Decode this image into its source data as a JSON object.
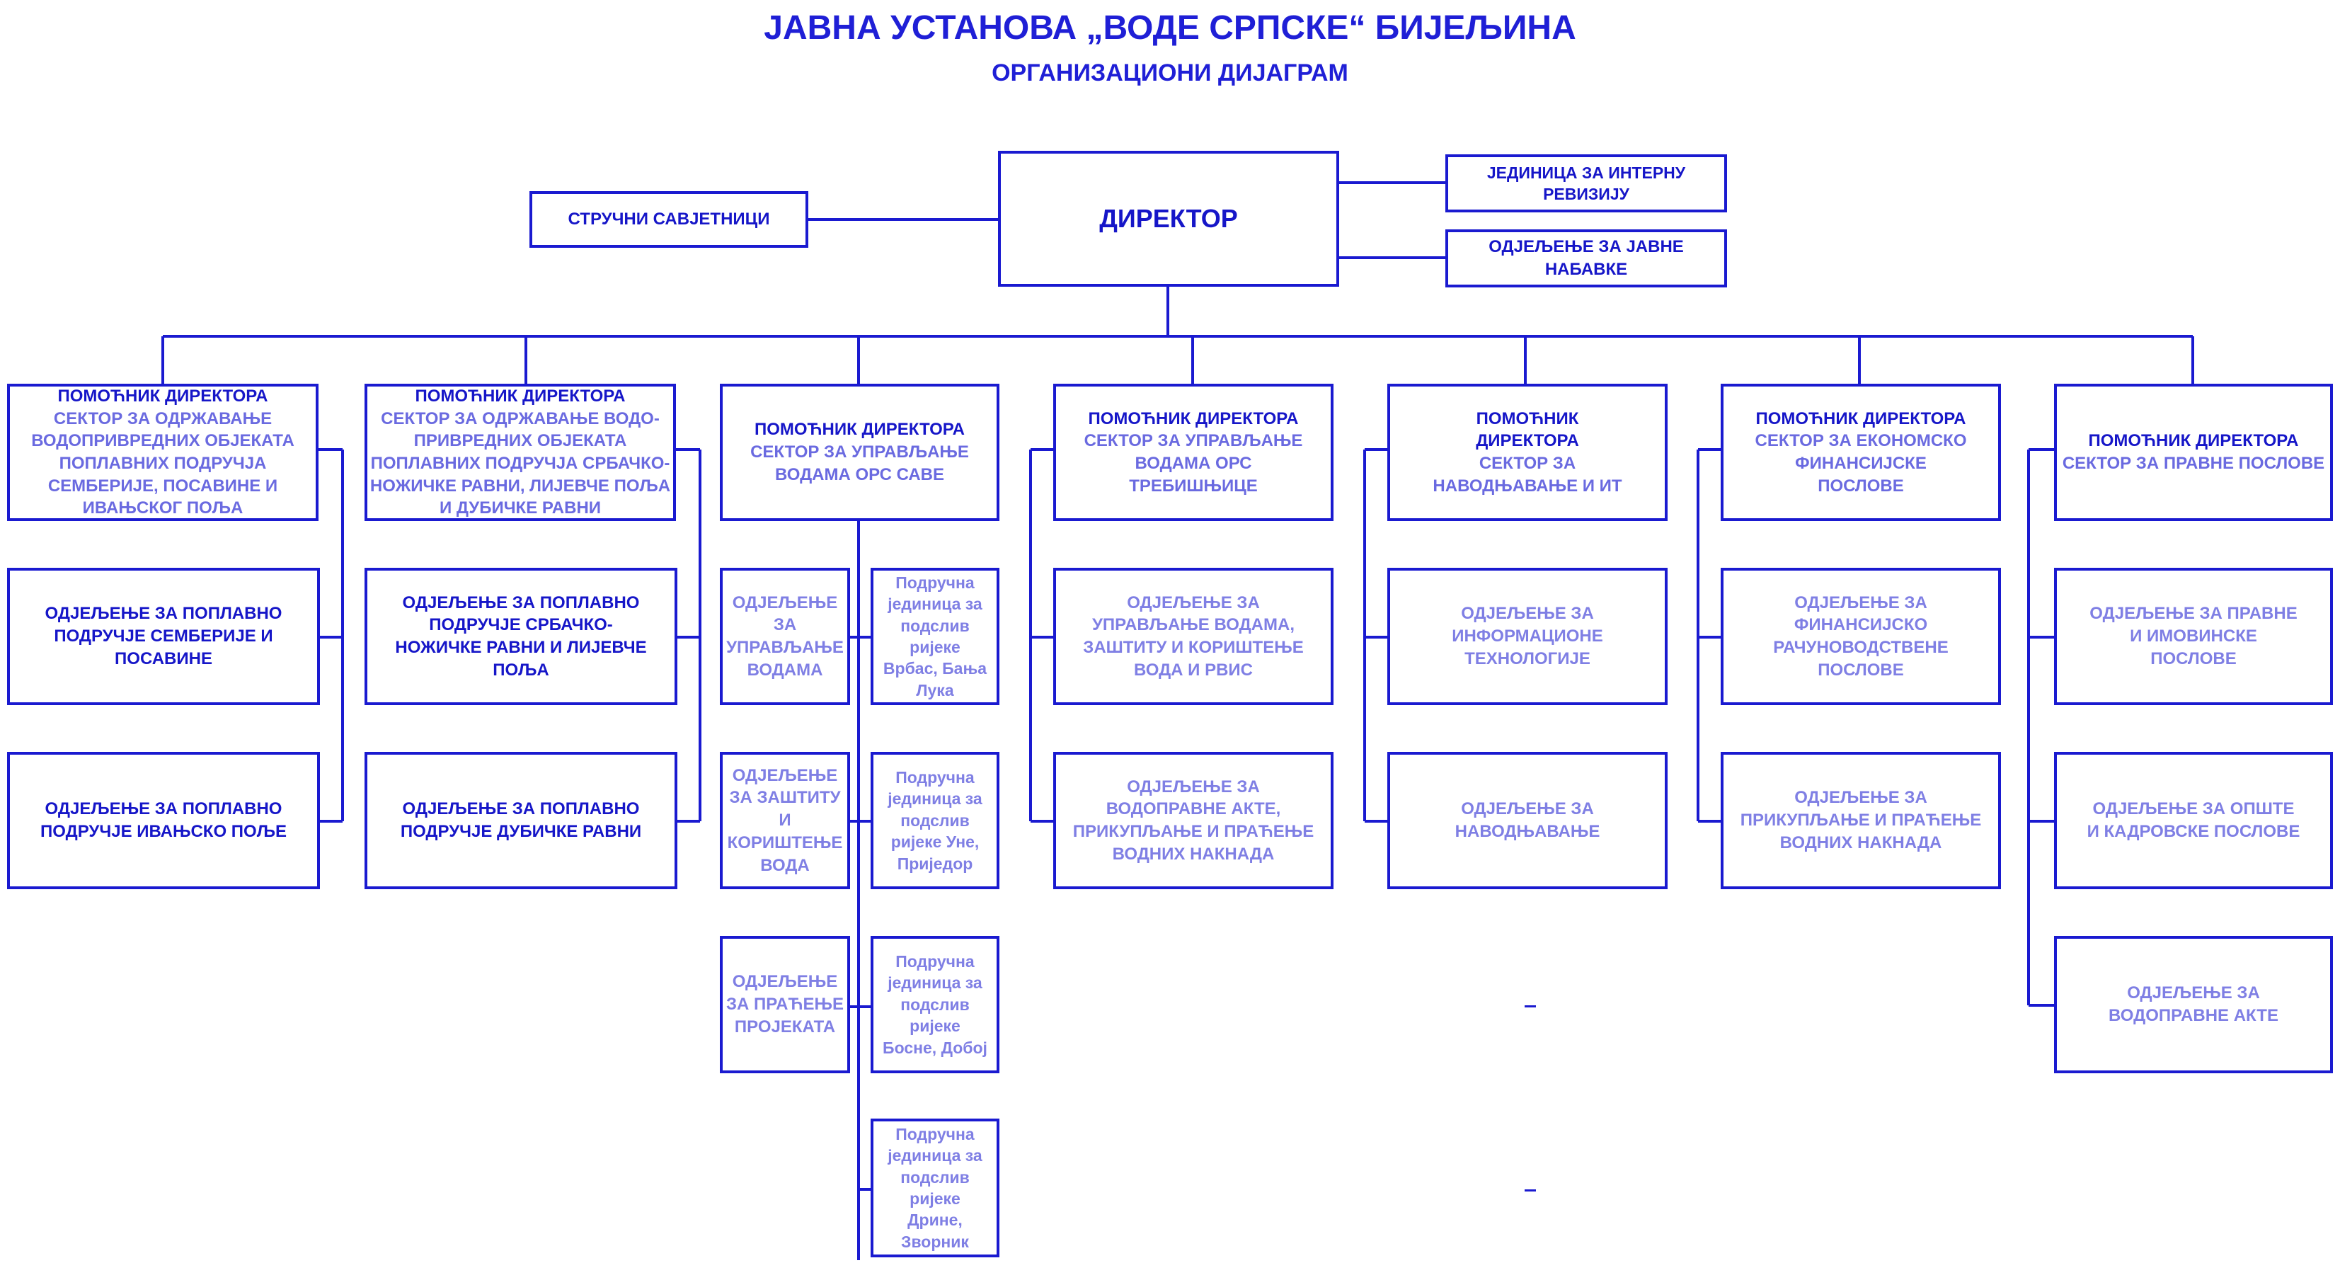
{
  "colors": {
    "border": "#1a1ad0",
    "dark_text": "#1616c8",
    "light_text": "#7f7fe4"
  },
  "title": "ЈАВНА УСТАНОВА „ВОДЕ СРПСКЕ“ БИЈЕЉИНА",
  "subtitle": "ОРГАНИЗАЦИОНИ ДИЈАГРАМ",
  "director": "ДИРЕКТОР",
  "advisors": "СТРУЧНИ САВЈЕТНИЦИ",
  "audit": "ЈЕДИНИЦА ЗА ИНТЕРНУ РЕВИЗИЈУ",
  "procurement": "ОДЈЕЉЕЊЕ ЗА ЈАВНЕ НАБАВКЕ",
  "columns": [
    {
      "head": "ПОМОЋНИК ДИРЕКТОРА",
      "sector": "СЕКТОР ЗА ОДРЖАВАЊЕ ВОДОПРИВРЕДНИХ ОБЈЕКАТА ПОПЛАВНИХ ПОДРУЧЈА СЕМБЕРИЈЕ, ПОСАВИНЕ И ИВАЊСКОГ ПОЉА",
      "depts": [
        "ОДЈЕЉЕЊЕ ЗА ПОПЛАВНО ПОДРУЧЈЕ СЕМБЕРИЈЕ И ПОСАВИНЕ",
        "ОДЈЕЉЕЊЕ ЗА ПОПЛАВНО ПОДРУЧЈЕ ИВАЊСКО ПОЉЕ"
      ]
    },
    {
      "head": "ПОМОЋНИК ДИРЕКТОРА",
      "sector": "СЕКТОР ЗА ОДРЖАВАЊЕ ВОДО-ПРИВРЕДНИХ ОБЈЕКАТА ПОПЛАВНИХ ПОДРУЧЈА СРБАЧКО-НОЖИЧКЕ РАВНИ, ЛИЈЕВЧЕ ПОЉА И ДУБИЧКЕ РАВНИ",
      "depts": [
        "ОДЈЕЉЕЊЕ ЗА ПОПЛАВНО ПОДРУЧЈЕ СРБАЧКО-НОЖИЧКЕ РАВНИ И ЛИЈЕВЧЕ ПОЉА",
        "ОДЈЕЉЕЊЕ ЗА ПОПЛАВНО ПОДРУЧЈЕ ДУБИЧКЕ РАВНИ"
      ]
    },
    {
      "head": "ПОМОЋНИК ДИРЕКТОРА",
      "sector": "СЕКТОР ЗА УПРАВЉАЊЕ ВОДАМА ОРС САВЕ",
      "depts": [
        "ОДЈЕЉЕЊЕ ЗА УПРАВЉАЊЕ ВОДАМА",
        "ОДЈЕЉЕЊЕ ЗА ЗАШТИТУ И КОРИШТЕЊЕ ВОДА",
        "ОДЈЕЉЕЊЕ ЗА ПРАЋЕЊЕ ПРОЈЕКАТА"
      ],
      "units": [
        "Подручна јединица за подслив ријеке Врбас, Бања Лука",
        "Подручна јединица за подслив ријеке Уне, Приједор",
        "Подручна јединица за подслив ријеке Босне, Добој",
        "Подручна јединица за подслив ријеке Дрине, Зворник"
      ]
    },
    {
      "head": "ПОМОЋНИК ДИРЕКТОРА",
      "sector": "СЕКТОР ЗА УПРАВЉАЊЕ ВОДАМА ОРС ТРЕБИШЊИЦЕ",
      "depts": [
        "ОДЈЕЉЕЊЕ ЗА УПРАВЉАЊЕ ВОДАМА, ЗАШТИТУ И КОРИШТЕЊЕ ВОДА И РВИС",
        "ОДЈЕЉЕЊЕ ЗА ВОДОПРАВНЕ АКТЕ, ПРИКУПЉАЊЕ И ПРАЋЕЊЕ ВОДНИХ НАКНАДА"
      ]
    },
    {
      "head": "ПОМОЋНИК ДИРЕКТОРА",
      "sector": "СЕКТОР ЗА НАВОДЊАВАЊЕ И ИТ",
      "depts": [
        "ОДЈЕЉЕЊЕ ЗА ИНФОРМАЦИОНЕ ТЕХНОЛОГИЈЕ",
        "ОДЈЕЉЕЊЕ ЗА НАВОДЊАВАЊЕ"
      ]
    },
    {
      "head": "ПОМОЋНИК ДИРЕКТОРА",
      "sector": "СЕКТОР ЗА ЕКОНОМСКО ФИНАНСИЈСКЕ ПОСЛОВЕ",
      "depts": [
        "ОДЈЕЉЕЊЕ ЗА ФИНАНСИЈСКО РАЧУНОВОДСТВЕНЕ ПОСЛОВЕ",
        "ОДЈЕЉЕЊЕ ЗА ПРИКУПЉАЊЕ И ПРАЋЕЊЕ ВОДНИХ НАКНАДА"
      ]
    },
    {
      "head": "ПОМОЋНИК ДИРЕКТОРА",
      "sector": "СЕКТОР ЗА ПРАВНЕ ПОСЛОВЕ",
      "depts": [
        "ОДЈЕЉЕЊЕ ЗА ПРАВНЕ И ИМОВИНСКЕ ПОСЛОВЕ",
        "ОДЈЕЉЕЊЕ ЗА ОПШТЕ И КАДРОВСКЕ ПОСЛОВЕ",
        "ОДЈЕЉЕЊЕ ЗА ВОДОПРАВНЕ АКТЕ"
      ]
    }
  ]
}
